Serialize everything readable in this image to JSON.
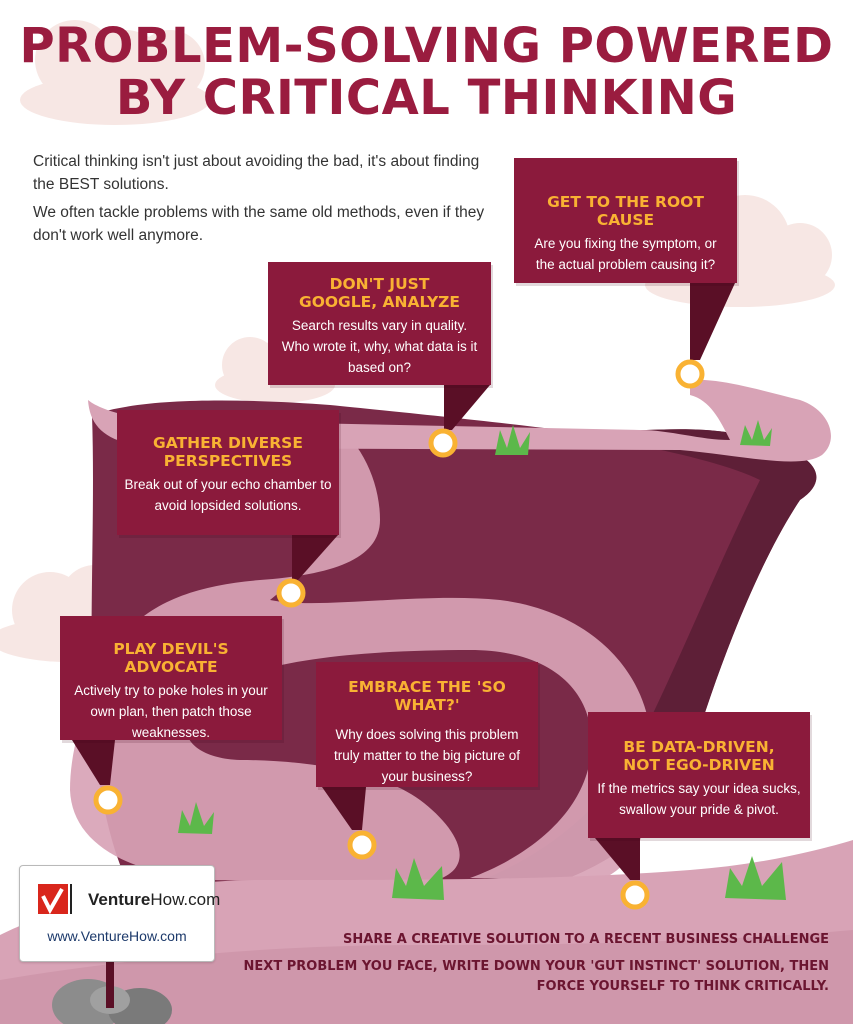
{
  "title": {
    "line1": "PROBLEM-SOLVING POWERED",
    "line2": "BY CRITICAL THINKING"
  },
  "intro": {
    "p1": "Critical thinking isn't just about avoiding the bad, it's about finding the BEST solutions.",
    "p2": "We often tackle problems with the same old methods, even if they don't work well anymore."
  },
  "cards": [
    {
      "title": "GET TO THE ROOT CAUSE",
      "body": "Are you fixing the symptom, or the actual problem causing it?"
    },
    {
      "title": "DON'T JUST GOOGLE, ANALYZE",
      "body": "Search results vary in quality. Who wrote it, why, what data is it based on?"
    },
    {
      "title": "GATHER DIVERSE PERSPECTIVES",
      "body": "Break out of your echo chamber to avoid lopsided solutions."
    },
    {
      "title": "PLAY DEVIL'S ADVOCATE",
      "body": "Actively try to poke holes in your own plan, then patch those weaknesses."
    },
    {
      "title": "EMBRACE THE 'SO WHAT?'",
      "body": "Why does solving this problem truly matter to the big picture of your business?"
    },
    {
      "title": "BE DATA-DRIVEN, NOT EGO-DRIVEN",
      "body": "If the metrics say your idea sucks, swallow your pride & pivot."
    }
  ],
  "logo": {
    "brand_bold": "Venture",
    "brand_rest": "How.com",
    "url": "www.VentureHow.com"
  },
  "cta": {
    "line1": "SHARE A CREATIVE SOLUTION TO A RECENT BUSINESS CHALLENGE",
    "line2": "NEXT PROBLEM YOU FACE, WRITE DOWN YOUR 'GUT INSTINCT' SOLUTION, THEN",
    "line3": "FORCE YOURSELF TO THINK CRITICALLY."
  },
  "colors": {
    "title": "#9a1c3f",
    "card": "#8b1a3c",
    "card_title": "#f9b233",
    "road": "#d8a3b6",
    "cliff": "#7a2a48",
    "marker": "#f9b233",
    "grass": "#5cb84a",
    "cloud": "#f7e7e4"
  },
  "icons": [
    "cloud-icon",
    "grass-icon",
    "marker-icon",
    "rock-icon",
    "venturehow-logo-icon"
  ]
}
